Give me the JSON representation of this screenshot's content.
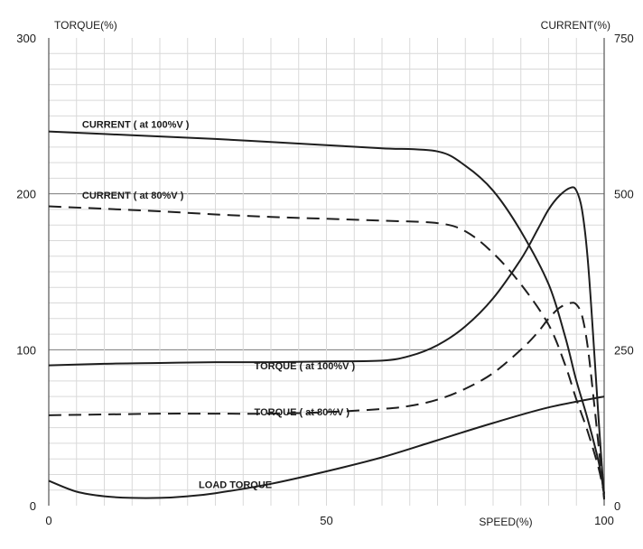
{
  "chart_data": {
    "type": "line",
    "xlabel": "SPEED(%)",
    "ylabel_left": "TORQUE(%)",
    "ylabel_right": "CURRENT(%)",
    "xlim": [
      0,
      100
    ],
    "ylim_left": [
      0,
      300
    ],
    "ylim_right": [
      0,
      750
    ],
    "x_ticks": [
      "0",
      "50",
      "100"
    ],
    "x_tick_values": [
      0,
      50,
      100
    ],
    "y_left_ticks": [
      "0",
      "100",
      "200",
      "300"
    ],
    "y_left_tick_values": [
      0,
      100,
      200,
      300
    ],
    "y_right_ticks": [
      "0",
      "250",
      "500",
      "750"
    ],
    "y_right_tick_values": [
      0,
      250,
      500,
      750
    ],
    "major_gridlines_left": [
      100,
      200
    ],
    "grid": true,
    "series": [
      {
        "name": "CURRENT ( at 100%V )",
        "axis": "right",
        "style": "solid",
        "x": [
          0,
          10,
          20,
          30,
          40,
          50,
          60,
          70,
          75,
          80,
          85,
          90,
          93,
          95,
          97,
          99,
          100
        ],
        "values": [
          600,
          596,
          592,
          588,
          583,
          578,
          573,
          568,
          545,
          505,
          440,
          355,
          270,
          200,
          140,
          70,
          20
        ]
      },
      {
        "name": "CURRENT ( at 80%V )",
        "axis": "right",
        "style": "dashed",
        "x": [
          0,
          10,
          20,
          30,
          40,
          50,
          60,
          70,
          75,
          80,
          85,
          90,
          93,
          95,
          97,
          99,
          100
        ],
        "values": [
          480,
          476,
          472,
          467,
          463,
          460,
          457,
          453,
          440,
          405,
          355,
          290,
          225,
          170,
          120,
          60,
          18
        ]
      },
      {
        "name": "TORQUE ( at 100%V )",
        "axis": "left",
        "style": "solid",
        "x": [
          0,
          10,
          20,
          30,
          40,
          50,
          60,
          65,
          70,
          75,
          80,
          85,
          88,
          90,
          92,
          94,
          95,
          96,
          97,
          98,
          99,
          100
        ],
        "values": [
          90,
          91,
          91.5,
          92,
          92,
          92.5,
          93,
          96,
          103,
          115,
          133,
          158,
          177,
          190,
          199,
          204,
          202,
          190,
          160,
          110,
          55,
          5
        ]
      },
      {
        "name": "TORQUE ( at 80%V )",
        "axis": "left",
        "style": "dashed",
        "x": [
          0,
          10,
          20,
          30,
          40,
          50,
          60,
          65,
          70,
          75,
          80,
          85,
          88,
          90,
          92,
          94,
          95,
          96,
          97,
          98,
          99,
          100
        ],
        "values": [
          58,
          58.5,
          59,
          59,
          59,
          60,
          62,
          64,
          68,
          75,
          85,
          100,
          111,
          120,
          127,
          130,
          129,
          122,
          103,
          72,
          38,
          4
        ]
      },
      {
        "name": "LOAD TORQUE",
        "axis": "left",
        "style": "solid",
        "x": [
          0,
          5,
          10,
          15,
          20,
          25,
          30,
          40,
          50,
          60,
          70,
          80,
          90,
          100
        ],
        "values": [
          16,
          9,
          6,
          5,
          5,
          6,
          8,
          14,
          22,
          31,
          42,
          53,
          63,
          70
        ]
      }
    ]
  }
}
